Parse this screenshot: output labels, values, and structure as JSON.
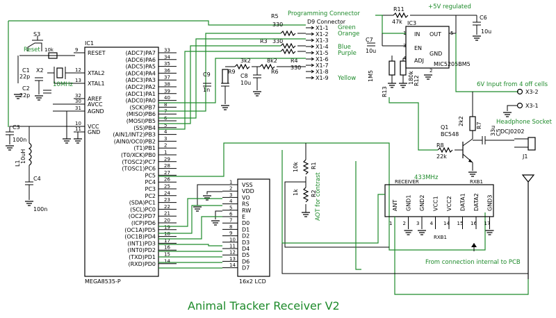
{
  "title": "Animal Tracker Receiver V2",
  "colors": {
    "wire": "#000000",
    "net": "#1d8a2a",
    "label": "#1d8a2a"
  },
  "mcu": {
    "ref": "IC1",
    "part": "MEGA8535-P",
    "left_pins": [
      {
        "name": "RESET",
        "num": "9"
      },
      {
        "name": "XTAL2",
        "num": "12"
      },
      {
        "name": "XTAL1",
        "num": "13"
      },
      {
        "name": "AREF",
        "num": "32"
      },
      {
        "name": "AVCC",
        "num": "30"
      },
      {
        "name": "AGND",
        "num": "31"
      },
      {
        "name": "VCC",
        "num": "10"
      },
      {
        "name": "GND",
        "num": "11"
      }
    ],
    "right_pins": [
      {
        "name": "(ADC7)PA7",
        "num": "33"
      },
      {
        "name": "(ADC6)PA6",
        "num": "34"
      },
      {
        "name": "(ADC5)PA5",
        "num": "35"
      },
      {
        "name": "(ADC4)PA4",
        "num": "36"
      },
      {
        "name": "(ADC3)PA3",
        "num": "37"
      },
      {
        "name": "(ADC2)PA2",
        "num": "38"
      },
      {
        "name": "(ADC1)PA1",
        "num": "39"
      },
      {
        "name": "(ADC0)PA0",
        "num": "40"
      },
      {
        "name": "(SCK)PB7",
        "num": "8"
      },
      {
        "name": "(MISO)PB6",
        "num": "7"
      },
      {
        "name": "(MOSI)PB5",
        "num": "6"
      },
      {
        "name": "(SS)PB4",
        "num": "5"
      },
      {
        "name": "(AIN1/INT2)PB3",
        "num": "4"
      },
      {
        "name": "(AIN0/OC0)PB2",
        "num": "3"
      },
      {
        "name": "(T1)PB1",
        "num": "2"
      },
      {
        "name": "(T0/XCK)PB0",
        "num": "1"
      },
      {
        "name": "(TOSC2)PC7",
        "num": "29"
      },
      {
        "name": "(TOSC1)PC6",
        "num": "28"
      },
      {
        "name": "PC5",
        "num": "27"
      },
      {
        "name": "PC4",
        "num": "26"
      },
      {
        "name": "PC3",
        "num": "25"
      },
      {
        "name": "PC2",
        "num": "24"
      },
      {
        "name": "(SDA)PC1",
        "num": "23"
      },
      {
        "name": "(SCL)PC0",
        "num": "22"
      },
      {
        "name": "(OC2)PD7",
        "num": "21"
      },
      {
        "name": "(ICP)PD6",
        "num": "20"
      },
      {
        "name": "(OC1A)PD5",
        "num": "19"
      },
      {
        "name": "(OC1B)PD4",
        "num": "18"
      },
      {
        "name": "(INT1)PD3",
        "num": "17"
      },
      {
        "name": "(INT0)PD2",
        "num": "16"
      },
      {
        "name": "(TXD)PD1",
        "num": "15"
      },
      {
        "name": "(RXD)PD0",
        "num": "14"
      }
    ]
  },
  "lcd": {
    "label": "16x2 LCD",
    "pins": [
      {
        "num": "1",
        "name": "VSS"
      },
      {
        "num": "2",
        "name": "VDD"
      },
      {
        "num": "3",
        "name": "VO"
      },
      {
        "num": "4",
        "name": "RS"
      },
      {
        "num": "5",
        "name": "RW"
      },
      {
        "num": "6",
        "name": "E"
      },
      {
        "num": "7",
        "name": "D0"
      },
      {
        "num": "8",
        "name": "D1"
      },
      {
        "num": "9",
        "name": "D2"
      },
      {
        "num": "10",
        "name": "D3"
      },
      {
        "num": "11",
        "name": "D4"
      },
      {
        "num": "12",
        "name": "D5"
      },
      {
        "num": "13",
        "name": "D6"
      },
      {
        "num": "14",
        "name": "D7"
      }
    ]
  },
  "rf": {
    "freq": "433MHz",
    "ref": "RXB1",
    "part": "RECEIVER",
    "pins": [
      {
        "name": "ANT",
        "num": "1"
      },
      {
        "name": "GND1",
        "num": "2"
      },
      {
        "name": "GND2",
        "num": "3"
      },
      {
        "name": "VCC1",
        "num": "4"
      },
      {
        "name": "VCC2",
        "num": "14"
      },
      {
        "name": "DATA1",
        "num": "15"
      },
      {
        "name": "DATA2",
        "num": "16"
      },
      {
        "name": "GND3",
        "num": "17"
      }
    ],
    "note": "From connection internal to PCB"
  },
  "regulator": {
    "ref": "IC3",
    "part": "MIC5205BM5",
    "label": "+5V regulated",
    "pins": [
      {
        "name": "IN",
        "num": "1"
      },
      {
        "name": "EN",
        "num": "3"
      },
      {
        "name": "ADJ",
        "num": "4"
      },
      {
        "name": "OUT",
        "num": "5"
      },
      {
        "name": "GND",
        "num": "2"
      }
    ]
  },
  "connector": {
    "title": "Programming Connector",
    "subtitle": "D9 Connector",
    "pins": [
      "X1-1",
      "X1-2",
      "X1-3",
      "X1-4",
      "X1-5",
      "X1-6",
      "X1-7",
      "X1-8",
      "X1-9"
    ],
    "wires": [
      "Green",
      "Orange",
      "Blue",
      "Purple",
      "Yellow"
    ]
  },
  "components": {
    "r5": {
      "ref": "R5",
      "val": "330"
    },
    "r3": {
      "ref": "R3",
      "val": "330"
    },
    "r4": {
      "ref": "R4",
      "val": "330"
    },
    "r9": {
      "ref": "R9",
      "val": "3k2"
    },
    "r6": {
      "ref": "R6",
      "val": "8k2"
    },
    "r11": {
      "ref": "R11",
      "val": "47k"
    },
    "r13": {
      "ref": "R13",
      "val": "1M5"
    },
    "r12": {
      "ref": "R12",
      "val": "180k"
    },
    "r7": {
      "ref": "R7",
      "val": "2k2"
    },
    "r8": {
      "ref": "R8",
      "val": "22k"
    },
    "r1": {
      "ref": "R1",
      "val": "10k"
    },
    "r2": {
      "ref": "R2",
      "val": "1k"
    },
    "c6": {
      "ref": "C6",
      "val": "10u"
    },
    "c7": {
      "ref": "C7",
      "val": "10u"
    },
    "c9": {
      "ref": "C9",
      "val": "1n"
    },
    "c8": {
      "ref": "C8",
      "val": "10u"
    },
    "c1": {
      "ref": "C1",
      "val": "22p"
    },
    "c2": {
      "ref": "C2",
      "val": "22p"
    },
    "c3": {
      "ref": "C3",
      "val": "100n"
    },
    "c4": {
      "ref": "C4",
      "val": "100n"
    },
    "c5": {
      "ref": "C5",
      "val": "33u"
    },
    "l1": {
      "ref": "L1",
      "val": "10uH"
    },
    "x2": {
      "ref": "X2",
      "val": "10MHz"
    },
    "s3": {
      "ref": "S3",
      "val": "Reset"
    },
    "q1": {
      "ref": "Q1",
      "val": "BC548"
    },
    "x3_1": "X3-1",
    "x3_2": "X3-2",
    "j1": {
      "ref": "J1",
      "part": "DCJ0202"
    },
    "x3_note": "6V Input from 4 off cells",
    "phone": "Headphone Socket",
    "aot": "AOT for contrast"
  }
}
